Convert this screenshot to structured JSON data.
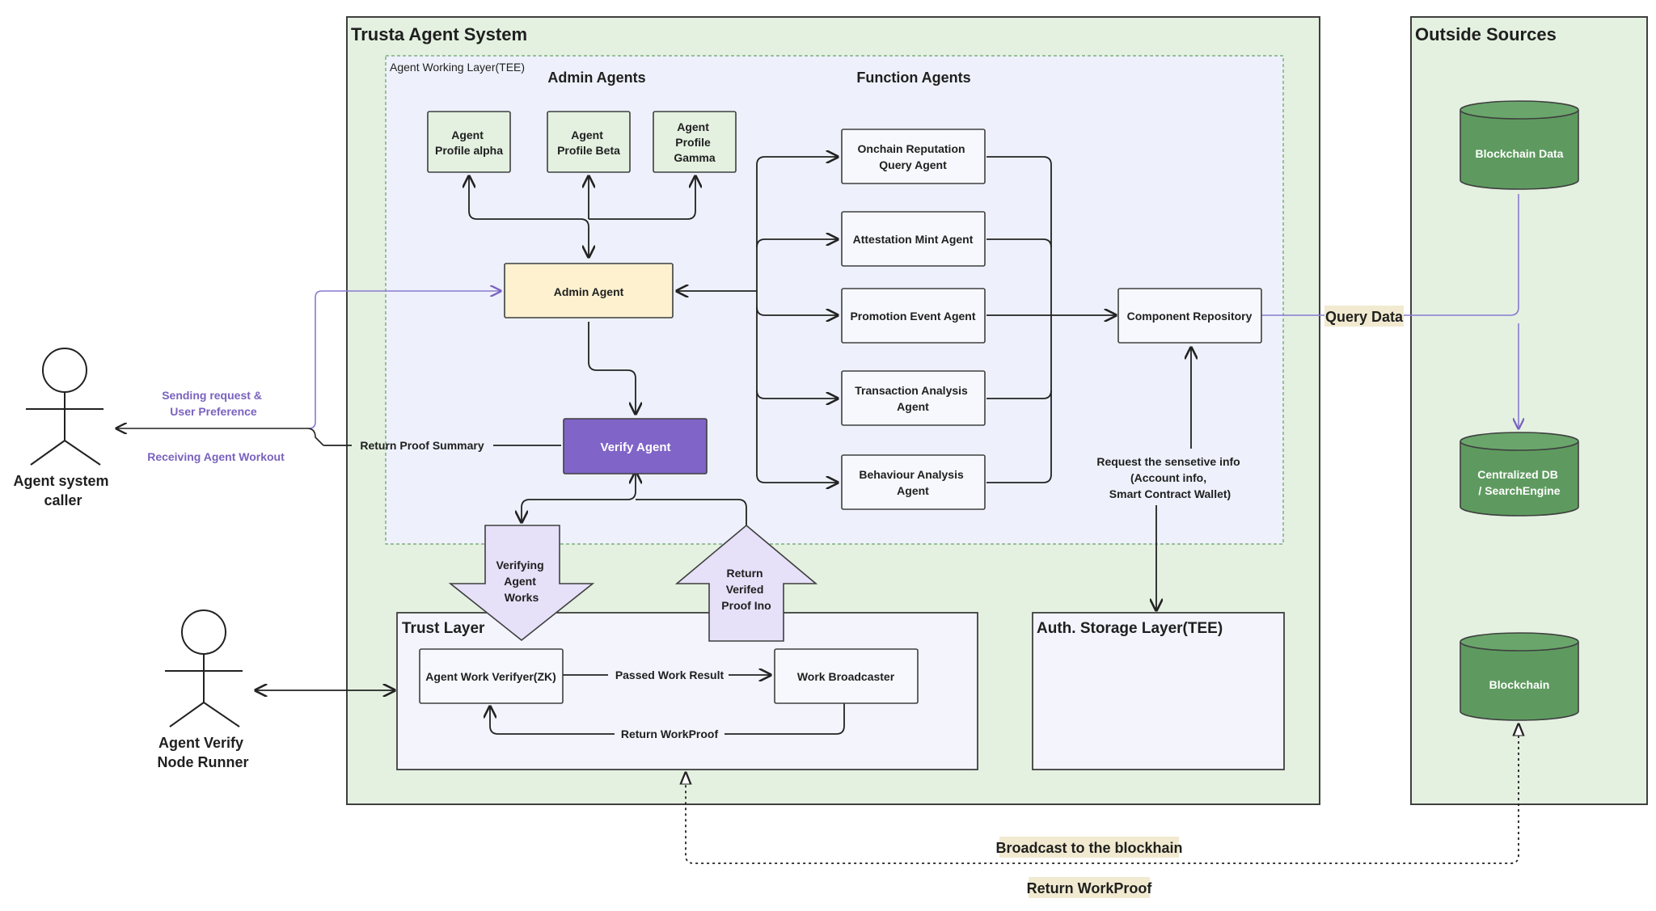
{
  "colors": {
    "system_bg": "#e4f1e1",
    "system_border": "#3f3f3f",
    "tee_bg": "#eef1fb",
    "box_fill_green": "#e4f1e1",
    "box_fill_white": "#f7f8fd",
    "admin_fill": "#fdf1cf",
    "verify_fill": "#8064c8",
    "arrow_fill": "#e6e0f8",
    "db_fill": "#5e9a5f",
    "db_top": "#6aa66b",
    "purple_text": "#7a62bf",
    "purple_line": "#8a7ad0",
    "highlight": "#f1ead0"
  },
  "system": {
    "title": "Trusta Agent System",
    "working_layer": {
      "title": "Agent Working Layer(TEE)",
      "admin_agents_heading": "Admin Agents",
      "function_agents_heading": "Function Agents",
      "profiles": [
        {
          "lines": [
            "Agent",
            "Profile alpha"
          ]
        },
        {
          "lines": [
            "Agent",
            "Profile Beta"
          ]
        },
        {
          "lines": [
            "Agent",
            "Profile",
            "Gamma"
          ]
        }
      ],
      "admin_agent": "Admin Agent",
      "verify_agent": "Verify Agent",
      "function_agents": [
        {
          "lines": [
            "Onchain Reputation",
            "Query Agent"
          ]
        },
        {
          "lines": [
            "Attestation Mint Agent"
          ]
        },
        {
          "lines": [
            "Promotion Event Agent"
          ]
        },
        {
          "lines": [
            "Transaction Analysis",
            "Agent"
          ]
        },
        {
          "lines": [
            "Behaviour Analysis",
            "Agent"
          ]
        }
      ],
      "component_repository": "Component Repository",
      "request_note": [
        "Request the sensetive info",
        "(Account info,",
        "Smart Contract Wallet)"
      ]
    },
    "trust_layer": {
      "title": "Trust Layer",
      "verifier": "Agent Work Verifyer(ZK)",
      "broadcaster": "Work Broadcaster",
      "passed_label": "Passed Work Result",
      "return_label": "Return WorkProof"
    },
    "auth_storage": {
      "title": "Auth. Storage Layer(TEE)"
    },
    "down_arrow": [
      "Verifying",
      "Agent",
      "Works"
    ],
    "up_arrow": [
      "Return",
      "Verifed",
      "Proof Ino"
    ]
  },
  "outside": {
    "title": "Outside Sources",
    "sources": [
      {
        "lines": [
          "Blockchain Data"
        ]
      },
      {
        "lines": [
          "Centralized DB",
          "/ SearchEngine"
        ]
      },
      {
        "lines": [
          "Blockchain"
        ]
      }
    ],
    "query_label": "Query Data"
  },
  "actors": {
    "caller": [
      "Agent system",
      "caller"
    ],
    "node_runner": [
      "Agent Verify",
      "Node Runner"
    ]
  },
  "caller_labels": {
    "sending": [
      "Sending request &",
      "User Preference"
    ],
    "receiving": "Receiving Agent Workout",
    "return_summary": "Return Proof Summary"
  },
  "bottom_labels": {
    "broadcast": "Broadcast to the blockhain",
    "return_workproof": "Return WorkProof"
  }
}
